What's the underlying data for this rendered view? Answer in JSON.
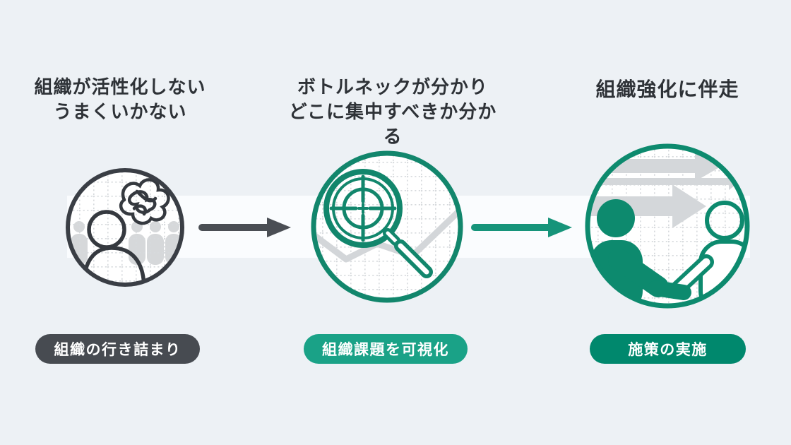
{
  "diagram": {
    "steps": [
      {
        "heading_line1": "組織が活性化しない",
        "heading_line2": "うまくいかない",
        "label": "組織の行き詰まり",
        "icon": "confused-person-icon"
      },
      {
        "heading_line1": "ボトルネックが分かり",
        "heading_line2": "どこに集中すべきか分かる",
        "label": "組織課題を可視化",
        "icon": "magnifier-target-icon"
      },
      {
        "heading_line1": "組織強化に伴走",
        "heading_line2": "",
        "label": "施策の実施",
        "icon": "handshake-icon"
      }
    ],
    "arrows": [
      {
        "name": "arrow-dark",
        "color": "#4a4e54"
      },
      {
        "name": "arrow-teal",
        "color": "#16947a"
      }
    ],
    "colors": {
      "background": "#edf1f5",
      "band": "#fafcfe",
      "heading_text": "#2e3237",
      "dark_stroke": "#3a3e45",
      "teal_stroke": "#12866c",
      "green_stroke": "#0d8a6e",
      "pill_dark": "#474b51",
      "pill_teal": "#1aa287",
      "pill_green": "#00886d",
      "pill_text": "#ffffff",
      "art_gray": "#d4d7da"
    }
  }
}
